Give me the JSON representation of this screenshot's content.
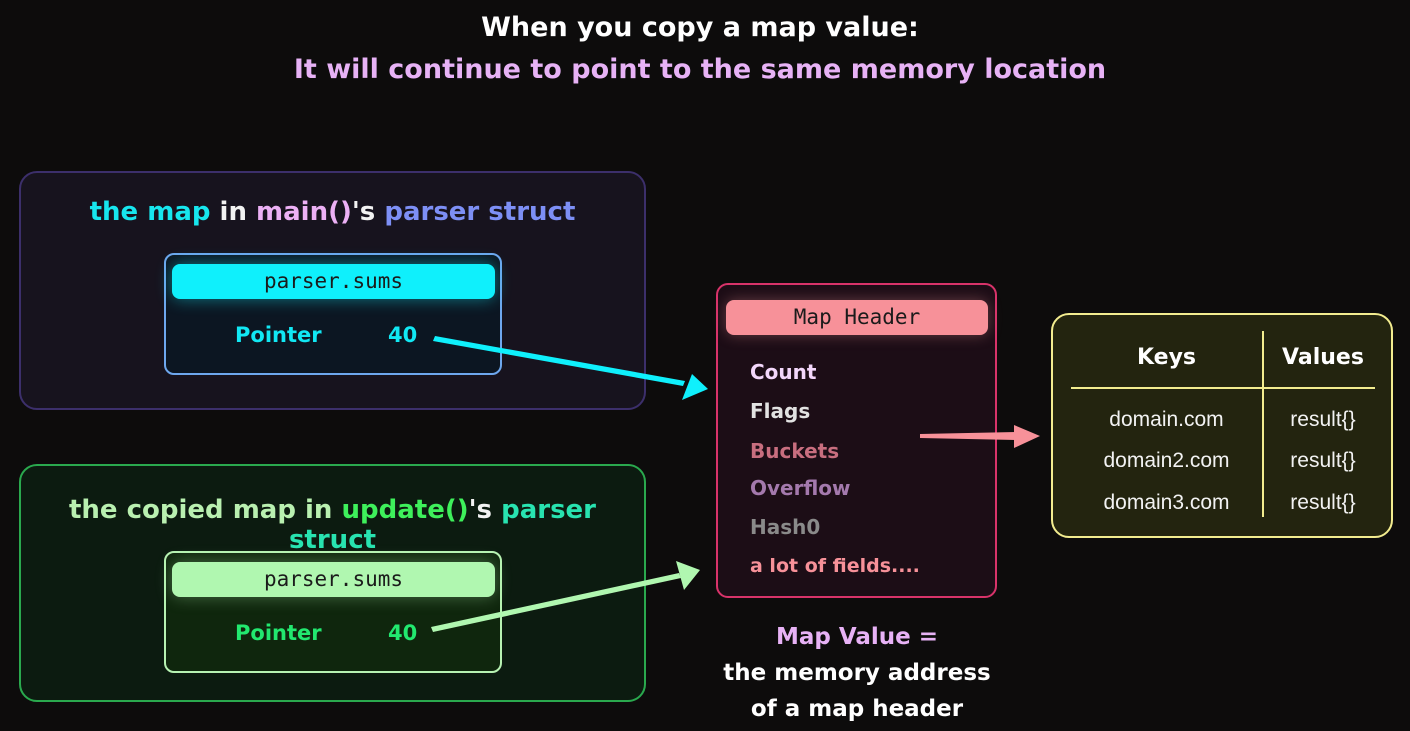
{
  "title": {
    "line1": "When you copy a map value:",
    "line2": "It will continue to point to the same memory location"
  },
  "main_panel": {
    "title_parts": [
      "the map",
      " in ",
      "main()",
      "'s ",
      "parser struct"
    ],
    "var_label": "parser.sums",
    "pointer_label": "Pointer",
    "pointer_value": "40"
  },
  "copy_panel": {
    "title_parts": [
      "the copied map in ",
      "update()",
      "'s ",
      "parser struct"
    ],
    "var_label": "parser.sums",
    "pointer_label": "Pointer",
    "pointer_value": "40"
  },
  "map_header": {
    "label": "Map Header",
    "fields": [
      "Count",
      "Flags",
      "Buckets",
      "Overflow",
      "Hash0",
      "a lot of fields...."
    ]
  },
  "caption": {
    "line1": "Map Value =",
    "line2": "the memory address",
    "line3": "of a map header"
  },
  "kv_table": {
    "headers": [
      "Keys",
      "Values"
    ],
    "rows": [
      [
        "domain.com",
        "result{}"
      ],
      [
        "domain2.com",
        "result{}"
      ],
      [
        "domain3.com",
        "result{}"
      ]
    ]
  },
  "colors": {
    "cyan": "#0ff0fc",
    "green": "#b0f7b0",
    "pink": "#f79199",
    "yellow": "#f2ec8f"
  }
}
